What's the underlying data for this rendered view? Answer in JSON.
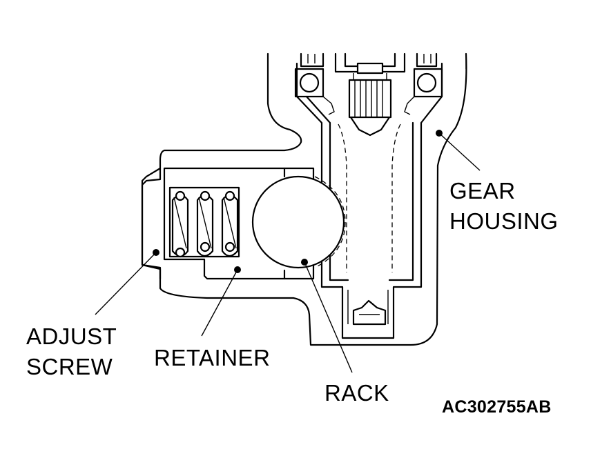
{
  "labels": {
    "gear_housing_line1": "GEAR",
    "gear_housing_line2": "HOUSING",
    "adjust_screw_line1": "ADJUST",
    "adjust_screw_line2": "SCREW",
    "retainer": "RETAINER",
    "rack": "RACK"
  },
  "figure_code": "AC302755AB"
}
